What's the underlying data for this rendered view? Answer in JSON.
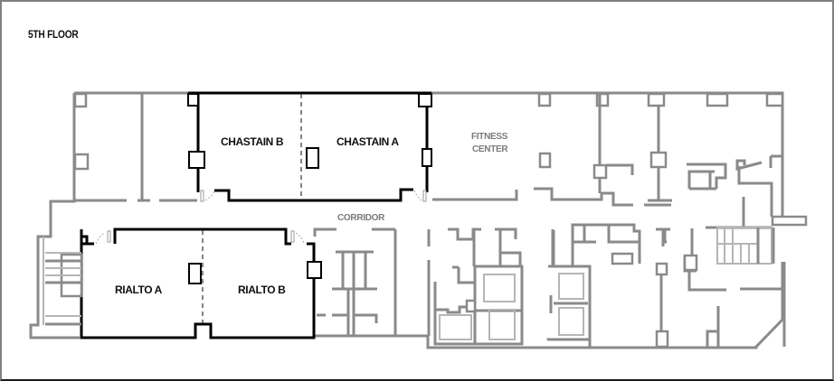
{
  "floor_title": "5TH FLOOR",
  "rooms": {
    "chastain_b": "CHASTAIN B",
    "chastain_a": "CHASTAIN A",
    "fitness_center_line1": "FITNESS",
    "fitness_center_line2": "CENTER",
    "corridor": "CORRIDOR",
    "rialto_a": "RIALTO A",
    "rialto_b": "RIALTO B"
  },
  "colors": {
    "highlight_wall": "#000000",
    "standard_wall": "#8a8a8a",
    "muted_label": "#7a7a7a",
    "frame": "#808080"
  }
}
